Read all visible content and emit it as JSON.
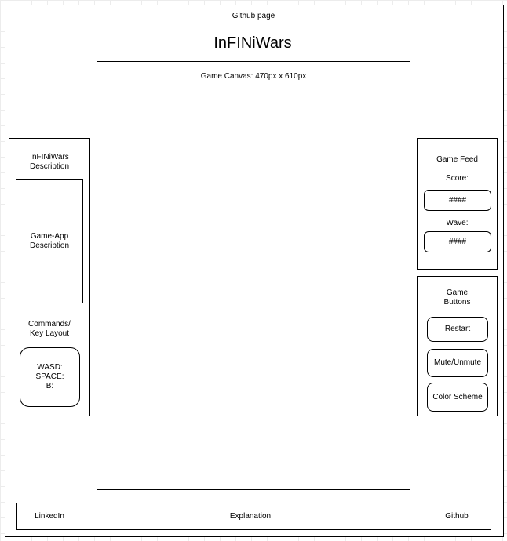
{
  "header": {
    "github_link": "Github page",
    "title": "InFINiWars"
  },
  "canvas": {
    "label": "Game Canvas: 470px x 610px"
  },
  "left_panel": {
    "title": "InFINiWars\nDescription",
    "description_box": "Game-App\nDescription",
    "commands_title": "Commands/\nKey Layout",
    "keys": "WASD:\nSPACE:\nB:"
  },
  "game_feed": {
    "title": "Game Feed",
    "score_label": "Score:",
    "score_value": "####",
    "wave_label": "Wave:",
    "wave_value": "####"
  },
  "game_buttons": {
    "title": "Game\nButtons",
    "restart": "Restart",
    "mute": "Mute/Unmute",
    "color_scheme": "Color  Scheme"
  },
  "footer": {
    "linkedin": "LinkedIn",
    "explanation": "Explanation",
    "github": "Github"
  }
}
